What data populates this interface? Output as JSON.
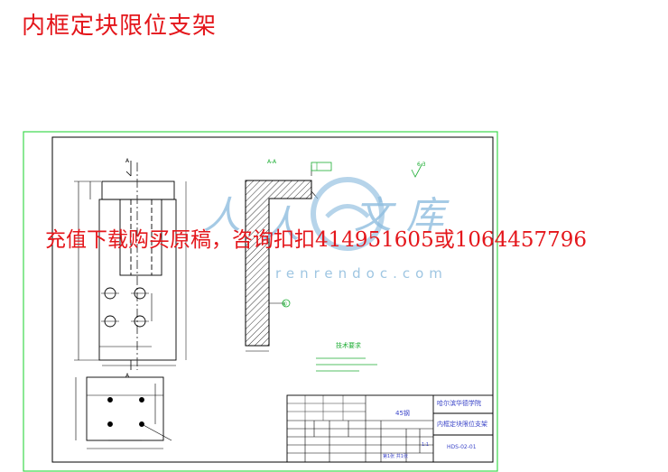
{
  "page": {
    "title": "内框定块限位支架"
  },
  "promo": {
    "text": "充值下载购买原稿，咨询扣扣414951605或1064457796"
  },
  "watermark": {
    "chars": [
      "人",
      "人",
      "文",
      "库"
    ],
    "url": "renrendoc.com"
  },
  "drawing": {
    "section_label": "A-A",
    "marker_a": "A",
    "marker_a_bottom": "A",
    "marker_4": "④",
    "roughness_label": "6.3",
    "tech_req": {
      "title": "技术要求"
    },
    "title_block": {
      "school": "哈尔滨华德学院",
      "part_name": "内框定块限位支架",
      "drawing_no": "HDS-02-01",
      "material": "45钢",
      "scale": "1:1",
      "sheet": "第1张 共1张"
    }
  },
  "colors": {
    "frame_green": "#3cd84e",
    "line_black": "#000000",
    "annotation_blue": "#3a44c8",
    "text_red": "#e4161b",
    "watermark_blue": "#8fbddf"
  }
}
